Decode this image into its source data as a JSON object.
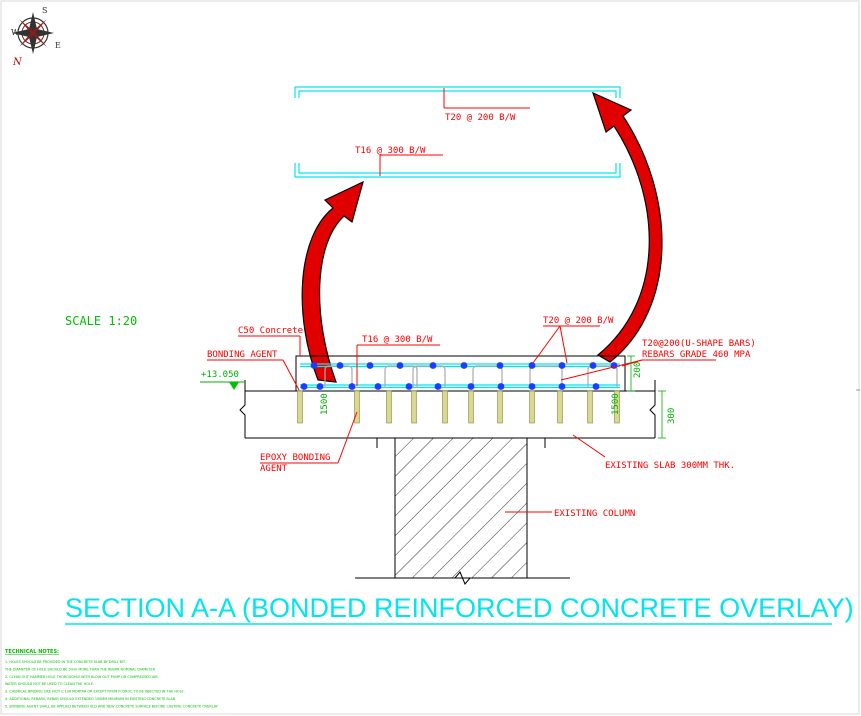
{
  "compass": {
    "n": "N",
    "s": "S",
    "e": "E",
    "w": "W"
  },
  "scale_label": "SCALE 1:20",
  "labels": {
    "top_bar_upper": "T20 @ 200 B/W",
    "top_bar_lower": "T16 @ 300 B/W",
    "c50": "C50 Concrete",
    "bonding_agent": "BONDING AGENT",
    "level": "+13.050",
    "t16_section": "T16 @ 300 B/W",
    "t20_section": "T20 @ 200 B/W",
    "ushape": "T20@200(U-SHAPE BARS)",
    "rebar_grade": "REBARS GRADE 460 MPA",
    "epoxy_line1": "EPOXY BONDING",
    "epoxy_line2": "AGENT",
    "existing_slab": "EXISTING SLAB 300MM THK.",
    "existing_column": "EXISTING COLUMN"
  },
  "dims": {
    "d1500_left": "1500",
    "d1500_right": "1500",
    "d200": "200",
    "d300": "300"
  },
  "title": "SECTION A-A (BONDED REINFORCED CONCRETE OVERLAY)",
  "notes": {
    "heading": "TECHNICAL NOTES:",
    "items": [
      "1. HOLES SHOULD BE PROVIDED IN THE CONCRETE SLAB BY DRILL BIT.",
      "   THE DIAMETER OF HOLE SHOULD BE 5mm MORE THAN THE REBAR NOMINAL DIAMETER",
      "2. CLEAN OUT HAMMER HOLE THOROUGHLY WITH BLOW OUT PUMP OR COMPRESSED AIR.",
      "   WATER SHOULD NOT BE USED TO CLEAN THE HOLE.",
      "3. CHEMICAL BINDING LIKE HILTI C 100 MORTAR OR EXCEPT FROM FOSROC TO BE INJECTED IN THE HOLE.",
      "4. ADDITIONAL REBARS, REBAR SHOULD EXTENDED 150MM MINIMUM IN EXISTING CONCRETE SLAB",
      "5. BONDING AGENT SHALL BE APPLIED BETWEEN OLD AND NEW CONCRETE SURFACE BEFORE CASTING CONCRETE OVERLAY"
    ]
  },
  "colors": {
    "label": "#ff0000",
    "rebar": "#00e5ee",
    "dots": "#1e3cff",
    "dim": "#00b000",
    "arrow": "#e00000",
    "dowel": "#d8d890"
  }
}
